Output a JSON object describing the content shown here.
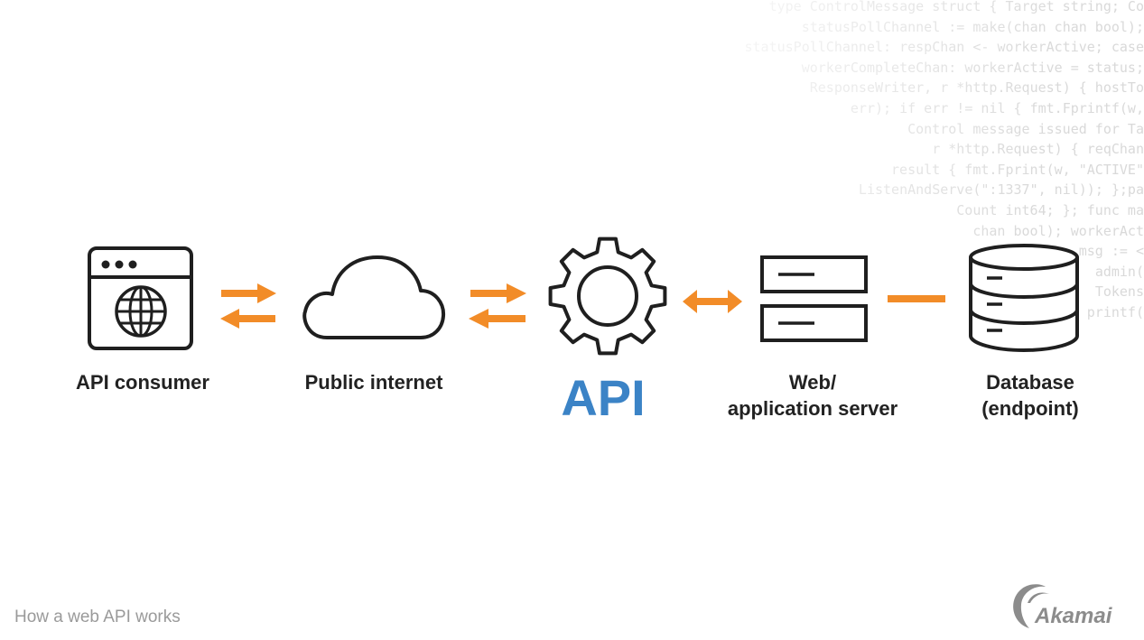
{
  "colors": {
    "accent": "#f28c28",
    "api_blue": "#3b83c6",
    "icon_stroke": "#1f1f1f",
    "caption": "#9a9a9a",
    "logo_gray": "#8c8c8c"
  },
  "background_code": [
    "type ControlMessage struct { Target string; Co",
    "statusPollChannel := make(chan chan bool);",
    "statusPollChannel: respChan <- workerActive; case",
    "workerCompleteChan: workerActive = status;",
    "ResponseWriter, r *http.Request) { hostTo",
    "err); if err != nil { fmt.Fprintf(w,",
    "Control message issued for Ta",
    "r *http.Request) { reqChan",
    "result { fmt.Fprint(w, \"ACTIVE\"",
    "ListenAndServe(\":1337\", nil)); };pa",
    "Count int64; }; func ma",
    "chan bool); workerAct",
    "msg := <",
    "admin(",
    "Tokens",
    "printf(",
    "",
    "",
    "",
    ""
  ],
  "nodes": [
    {
      "label": "API consumer",
      "icon": "browser-globe-icon"
    },
    {
      "label": "Public internet",
      "icon": "cloud-icon"
    },
    {
      "label": "API",
      "icon": "gear-icon"
    },
    {
      "label_lines": [
        "Web/",
        "application server"
      ],
      "icon": "server-icon"
    },
    {
      "label_lines": [
        "Database",
        "(endpoint)"
      ],
      "icon": "database-icon"
    }
  ],
  "connectors": [
    {
      "from": "API consumer",
      "to": "Public internet",
      "kind": "two-way-arrows"
    },
    {
      "from": "Public internet",
      "to": "API",
      "kind": "two-way-arrows"
    },
    {
      "from": "API",
      "to": "Web/application server",
      "kind": "double-headed-arrow"
    },
    {
      "from": "Web/application server",
      "to": "Database (endpoint)",
      "kind": "line"
    }
  ],
  "caption": "How a web API works",
  "logo": {
    "text": "Akamai",
    "icon": "akamai-logo-icon"
  }
}
